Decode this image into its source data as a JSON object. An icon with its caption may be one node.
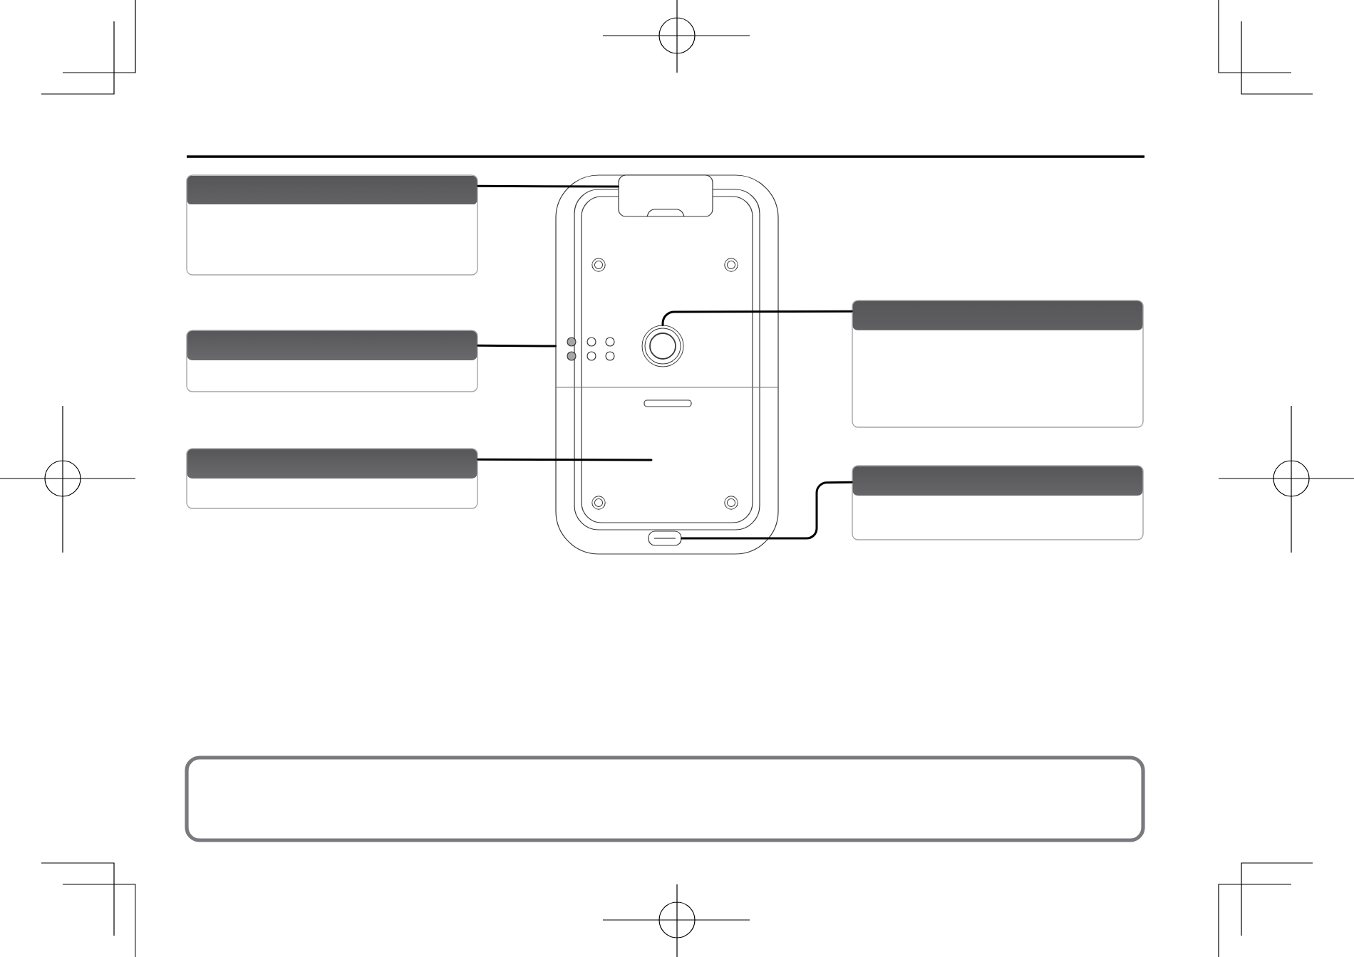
{
  "diagram": {
    "nodes": [
      {
        "text": [],
        "shape": "box"
      },
      {
        "text": [],
        "shape": "box"
      },
      {
        "text": [],
        "shape": "box"
      },
      {
        "text": [],
        "shape": "box"
      },
      {
        "text": [],
        "shape": "box"
      },
      {
        "text": [],
        "shape": "box"
      },
      {
        "text": [],
        "shape": "picture"
      },
      {
        "text": [],
        "shape": "box",
        "in": 6
      },
      {
        "text": [],
        "shape": "circle",
        "in": 6
      },
      {
        "text": [],
        "shape": "box",
        "in": 6
      }
    ],
    "edges": [
      {
        "from": 0,
        "to": 7,
        "arrow": "none"
      },
      {
        "from": 1,
        "to": 6,
        "arrow": "none"
      },
      {
        "from": 2,
        "to": 6,
        "arrow": "none"
      },
      {
        "from": 3,
        "to": 8,
        "arrow": "none"
      },
      {
        "from": 4,
        "to": 9,
        "arrow": "none"
      }
    ]
  }
}
